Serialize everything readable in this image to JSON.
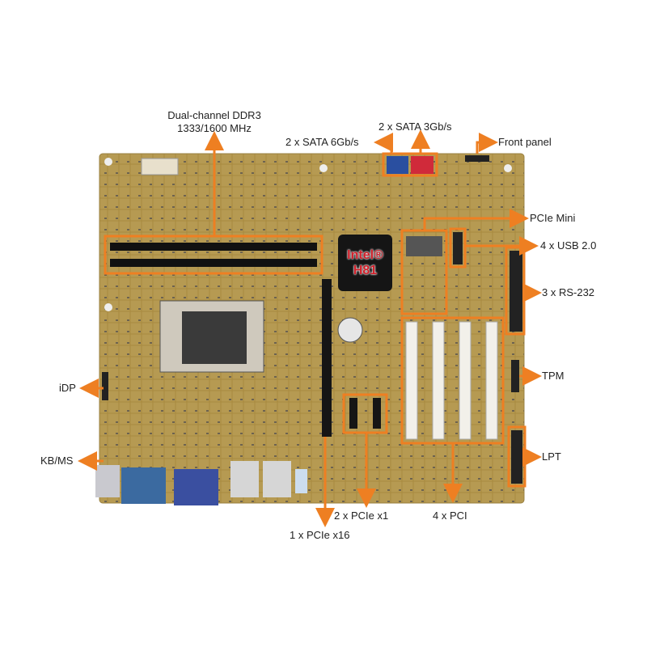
{
  "title": "Motherboard layout",
  "chipset": {
    "brand": "Intel®",
    "model": "H81"
  },
  "labels": {
    "ddr3_line1": "Dual-channel DDR3",
    "ddr3_line2": "1333/1600 MHz",
    "sata6": "2 x SATA 6Gb/s",
    "sata3": "2 x SATA 3Gb/s",
    "front_panel": "Front panel",
    "pcie_mini": "PCIe Mini",
    "usb": "4 x USB 2.0",
    "rs232": "3 x RS-232",
    "tpm": "TPM",
    "lpt": "LPT",
    "pci": "4 x PCI",
    "pcie_x1": "2 x PCIe x1",
    "pcie_x16": "1 x PCIe x16",
    "idp": "iDP",
    "kbms": "KB/MS"
  },
  "colors": {
    "accent": "#ee7f22",
    "board": "#b69a52",
    "sata6": "#2a4fa0",
    "sata3": "#d02a3a"
  }
}
